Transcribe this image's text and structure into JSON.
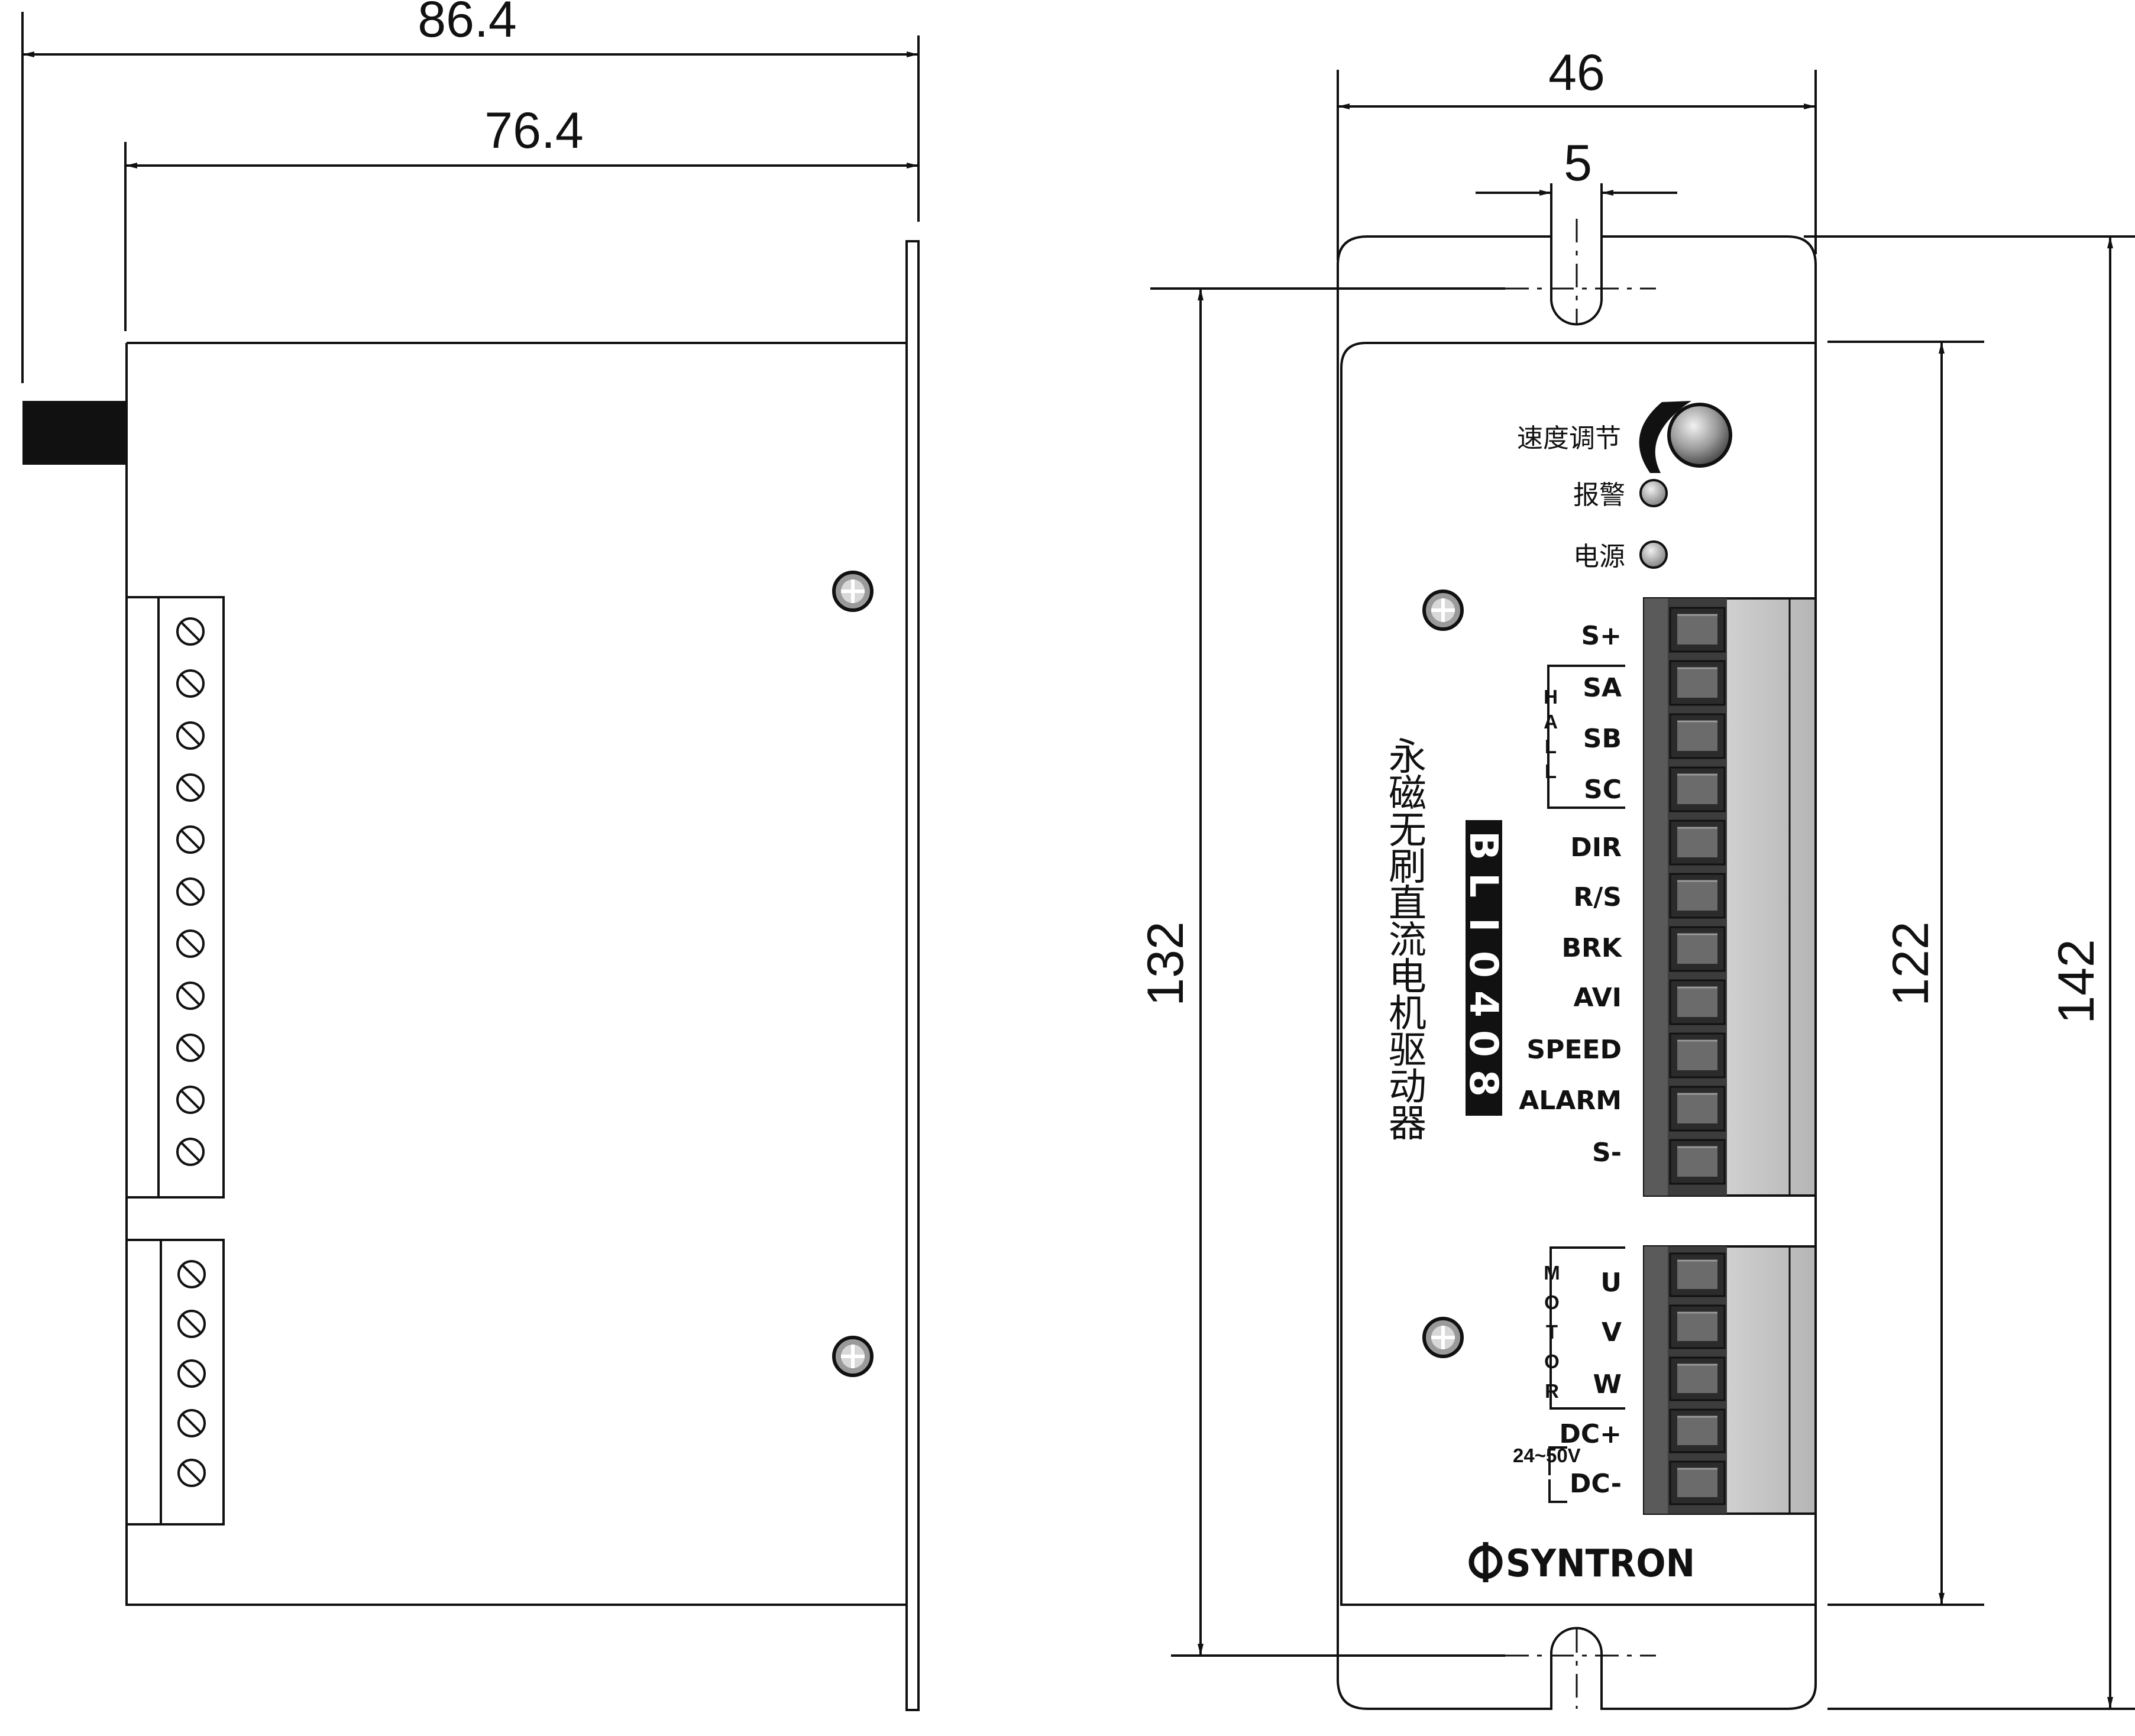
{
  "dimensions": {
    "overall_depth": "86.4",
    "body_depth": "76.4",
    "front_width": "46",
    "slot_width": "5",
    "mount_pitch": "132",
    "panel_height": "122",
    "overall_height": "142"
  },
  "front_panel": {
    "speed_label": "速度调节",
    "alarm_label": "报警",
    "power_label": "电源",
    "title_chars": [
      "永",
      "磁",
      "无",
      "刷",
      "直",
      "流",
      "电",
      "机",
      "驱",
      "动",
      "器"
    ],
    "model_chars": [
      "B",
      "L",
      "I",
      "0",
      "4",
      "0",
      "8"
    ],
    "logo": "SYNTRON"
  },
  "signal_terminals": [
    "S+",
    "SA",
    "SB",
    "SC",
    "DIR",
    "R/S",
    "BRK",
    "AVI",
    "SPEED",
    "ALARM",
    "S-"
  ],
  "hall_group": [
    "H",
    "A",
    "L",
    "L"
  ],
  "motor_terminals": [
    "U",
    "V",
    "W"
  ],
  "power_terminals": [
    "DC+",
    "DC-"
  ],
  "motor_group": [
    "M",
    "O",
    "T",
    "O",
    "R"
  ],
  "voltage_label": "24~50V",
  "colors": {
    "line": "#111111",
    "terminal_block": "#4a4a4a",
    "model_bg": "#111111"
  }
}
